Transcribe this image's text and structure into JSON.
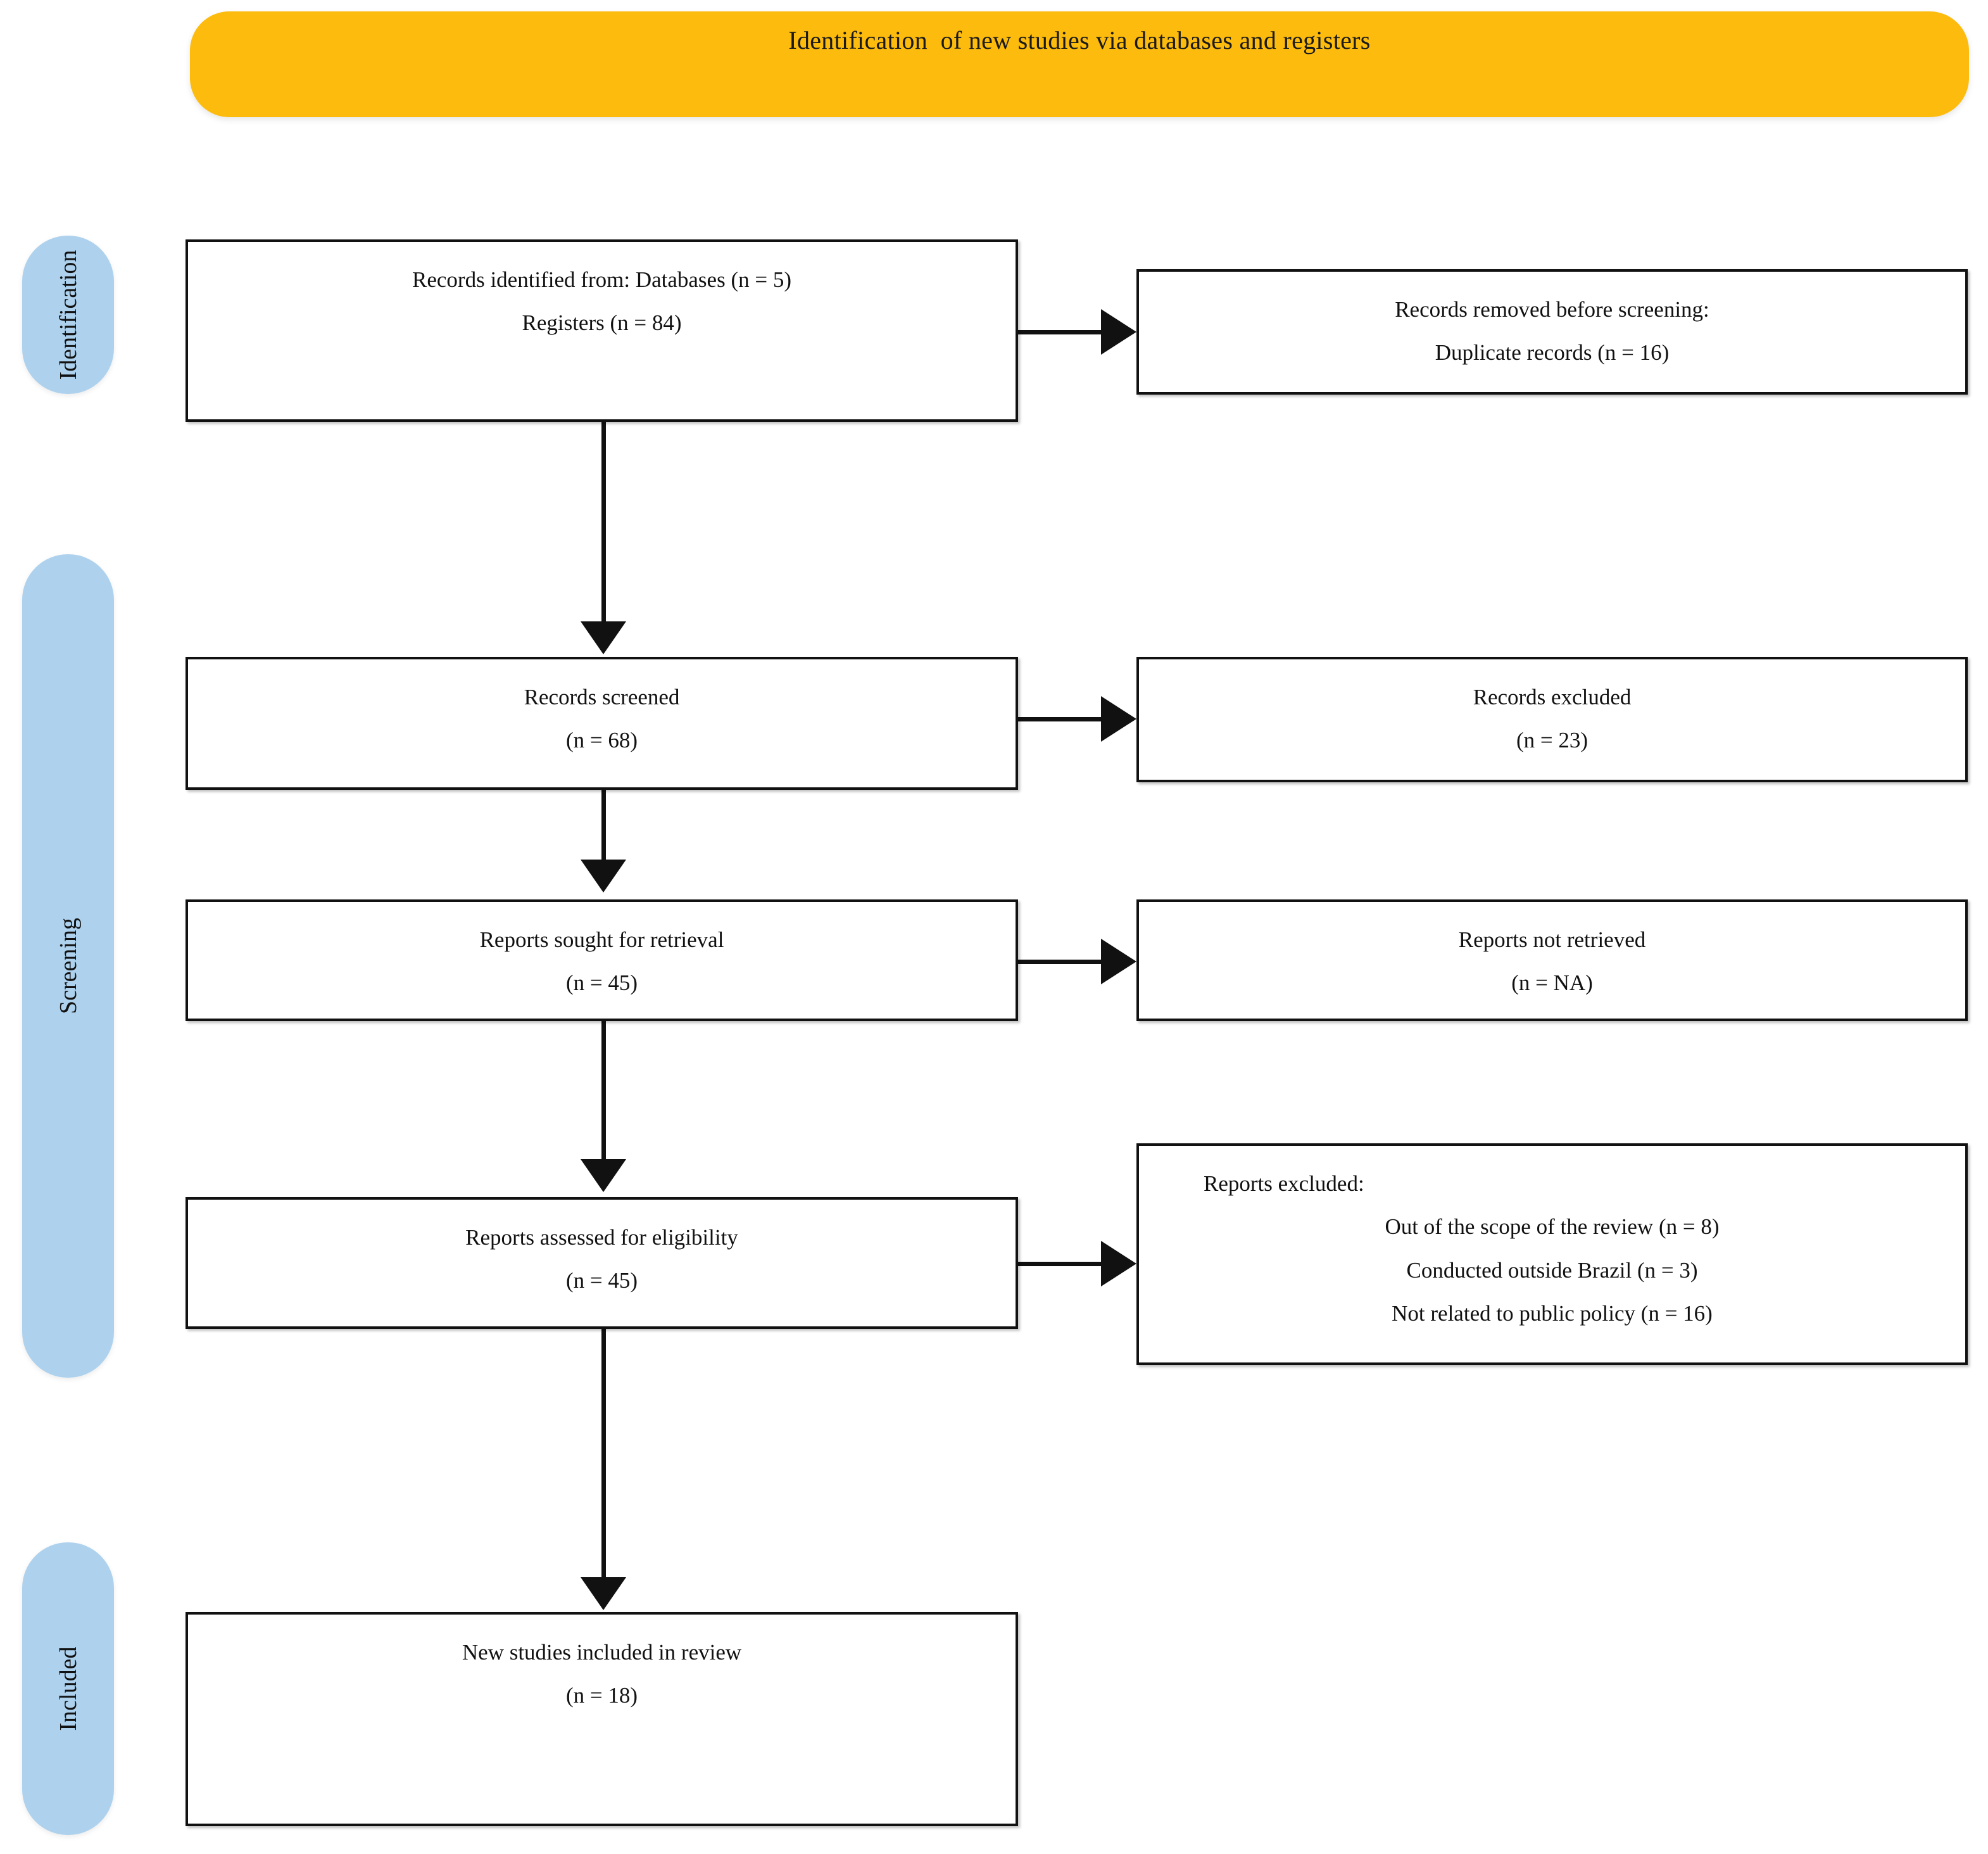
{
  "diagram": {
    "type": "prisma-flow-diagram",
    "header": {
      "title": "Identification  of new studies via databases and registers",
      "color": "#fcbb0d"
    },
    "stages": [
      {
        "key": "identification",
        "label": "Identification",
        "color": "#aed2ee"
      },
      {
        "key": "screening",
        "label": "Screening",
        "color": "#aed2ee"
      },
      {
        "key": "included",
        "label": "Included",
        "color": "#aed2ee"
      }
    ],
    "boxes": {
      "identified": {
        "lines": [
          "Records identified from: Databases (n = 5)",
          "Registers (n = 84)"
        ]
      },
      "removed": {
        "lines": [
          "Records removed before screening:",
          "Duplicate records (n = 16)"
        ]
      },
      "screened": {
        "lines": [
          "Records screened",
          "(n = 68)"
        ]
      },
      "excluded": {
        "lines": [
          "Records excluded",
          "(n = 23)"
        ]
      },
      "sought": {
        "lines": [
          "Reports sought for retrieval",
          "(n = 45)"
        ]
      },
      "not_retrieved": {
        "lines": [
          "Reports not retrieved",
          "(n = NA)"
        ]
      },
      "assessed": {
        "lines": [
          "Reports assessed for eligibility",
          "(n = 45)"
        ]
      },
      "reports_excluded": {
        "heading": "Reports excluded:",
        "reasons": [
          "Out of the scope of the review (n = 8)",
          "Conducted outside Brazil (n = 3)",
          "Not related to public policy (n = 16)"
        ]
      },
      "included": {
        "lines": [
          "New studies included in review",
          "(n = 18)"
        ]
      }
    },
    "counts": {
      "databases": 5,
      "registers": 84,
      "duplicate_records_removed": 16,
      "records_screened": 68,
      "records_excluded": 23,
      "reports_sought": 45,
      "reports_not_retrieved": "NA",
      "reports_assessed": 45,
      "excluded_out_of_scope": 8,
      "excluded_outside_brazil": 3,
      "excluded_not_public_policy": 16,
      "studies_included": 18
    }
  }
}
